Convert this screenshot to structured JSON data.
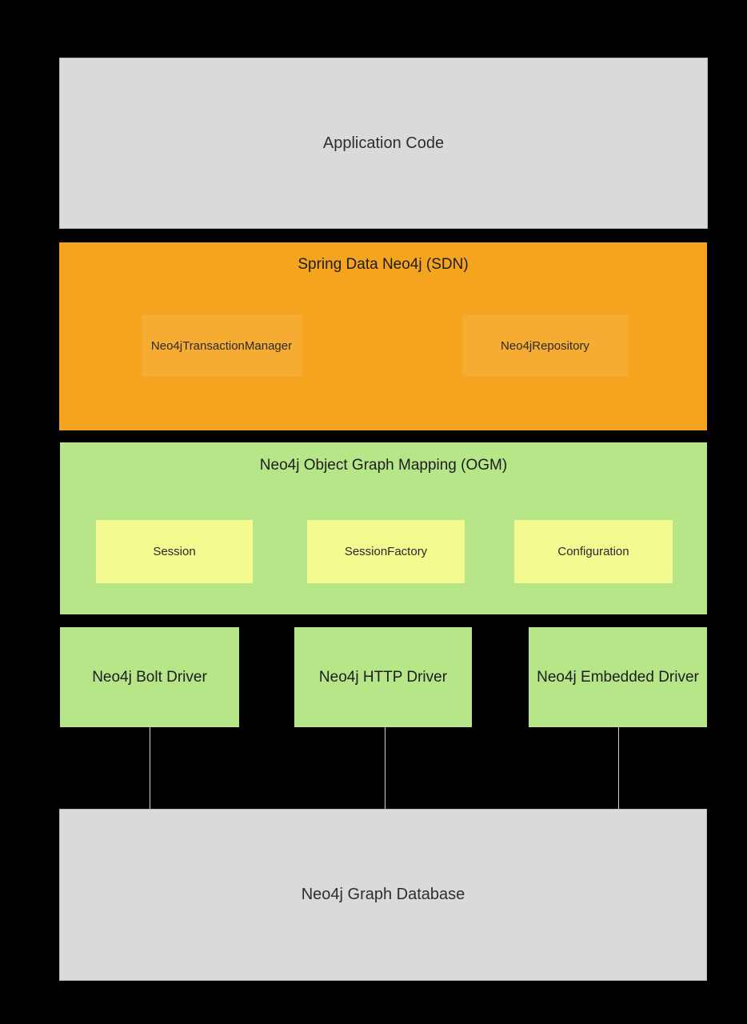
{
  "colors": {
    "background": "#000000",
    "gray_box": "#dadada",
    "gray_box_border": "#b9b9b9",
    "sdn_orange": "#f5a41f",
    "sdn_inner_orange": "#f6ac33",
    "green": "#b7e689",
    "yellow_green_inner": "#f2fa90",
    "connector_line": "#cfcfcf",
    "text": "#212121"
  },
  "diagram": {
    "application_layer": {
      "label": "Application Code"
    },
    "sdn_layer": {
      "title": "Spring Data Neo4j (SDN)",
      "components": [
        {
          "label": "Neo4jTransactionManager"
        },
        {
          "label": "Neo4jRepository"
        }
      ]
    },
    "ogm_layer": {
      "title": "Neo4j Object Graph Mapping (OGM)",
      "components": [
        {
          "label": "Session"
        },
        {
          "label": "SessionFactory"
        },
        {
          "label": "Configuration"
        }
      ]
    },
    "driver_layer": {
      "drivers": [
        {
          "label": "Neo4j Bolt Driver"
        },
        {
          "label": "Neo4j HTTP Driver"
        },
        {
          "label": "Neo4j Embedded Driver"
        }
      ]
    },
    "database_layer": {
      "label": "Neo4j Graph Database"
    }
  }
}
